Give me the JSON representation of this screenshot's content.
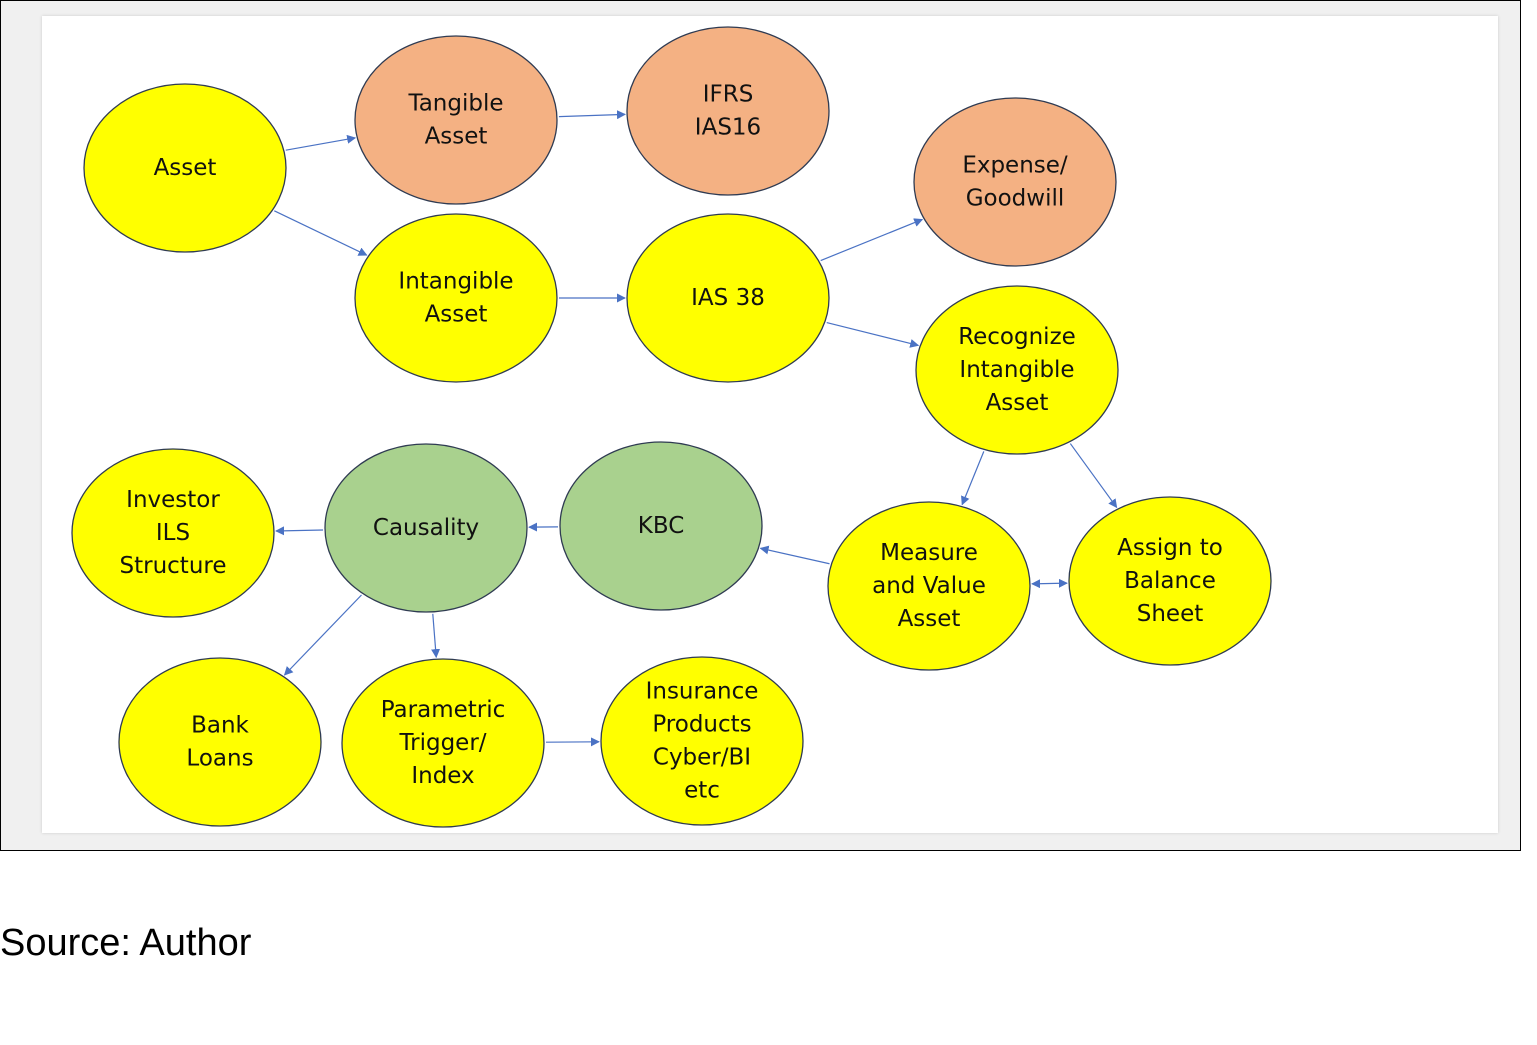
{
  "diagram": {
    "colors": {
      "yellow": "#ffff00",
      "orange": "#f4b183",
      "green": "#a9d18e",
      "stroke": "#2f3b52",
      "arrow": "#4a72c4"
    },
    "nodes": [
      {
        "id": "asset",
        "color": "yellow",
        "lines": [
          "Asset"
        ]
      },
      {
        "id": "tangible",
        "color": "orange",
        "lines": [
          "Tangible",
          "Asset"
        ]
      },
      {
        "id": "ifrs",
        "color": "orange",
        "lines": [
          "IFRS",
          "IAS16"
        ]
      },
      {
        "id": "intangible",
        "color": "yellow",
        "lines": [
          "Intangible",
          "Asset"
        ]
      },
      {
        "id": "ias38",
        "color": "yellow",
        "lines": [
          "IAS 38"
        ]
      },
      {
        "id": "expense",
        "color": "orange",
        "lines": [
          "Expense/",
          "Goodwill"
        ]
      },
      {
        "id": "recognize",
        "color": "yellow",
        "lines": [
          "Recognize",
          "Intangible",
          "Asset"
        ]
      },
      {
        "id": "measure",
        "color": "yellow",
        "lines": [
          "Measure",
          "and Value",
          "Asset"
        ]
      },
      {
        "id": "assign",
        "color": "yellow",
        "lines": [
          "Assign to",
          "Balance",
          "Sheet"
        ]
      },
      {
        "id": "kbc",
        "color": "green",
        "lines": [
          "KBC"
        ]
      },
      {
        "id": "causality",
        "color": "green",
        "lines": [
          "Causality"
        ]
      },
      {
        "id": "investor",
        "color": "yellow",
        "lines": [
          "Investor",
          "ILS",
          "Structure"
        ]
      },
      {
        "id": "bank",
        "color": "yellow",
        "lines": [
          "Bank",
          "Loans"
        ]
      },
      {
        "id": "parametric",
        "color": "yellow",
        "lines": [
          "Parametric",
          "Trigger/",
          "Index"
        ]
      },
      {
        "id": "insurance",
        "color": "yellow",
        "lines": [
          "Insurance",
          "Products",
          "Cyber/BI",
          "etc"
        ]
      }
    ],
    "edges": [
      {
        "from": "asset",
        "to": "tangible"
      },
      {
        "from": "asset",
        "to": "intangible"
      },
      {
        "from": "tangible",
        "to": "ifrs"
      },
      {
        "from": "intangible",
        "to": "ias38"
      },
      {
        "from": "ias38",
        "to": "expense"
      },
      {
        "from": "ias38",
        "to": "recognize"
      },
      {
        "from": "recognize",
        "to": "measure"
      },
      {
        "from": "recognize",
        "to": "assign"
      },
      {
        "from": "measure",
        "to": "assign",
        "bidirectional": true
      },
      {
        "from": "measure",
        "to": "kbc"
      },
      {
        "from": "kbc",
        "to": "causality"
      },
      {
        "from": "causality",
        "to": "investor"
      },
      {
        "from": "causality",
        "to": "bank"
      },
      {
        "from": "causality",
        "to": "parametric"
      },
      {
        "from": "parametric",
        "to": "insurance"
      }
    ]
  },
  "caption": "Source: Author"
}
